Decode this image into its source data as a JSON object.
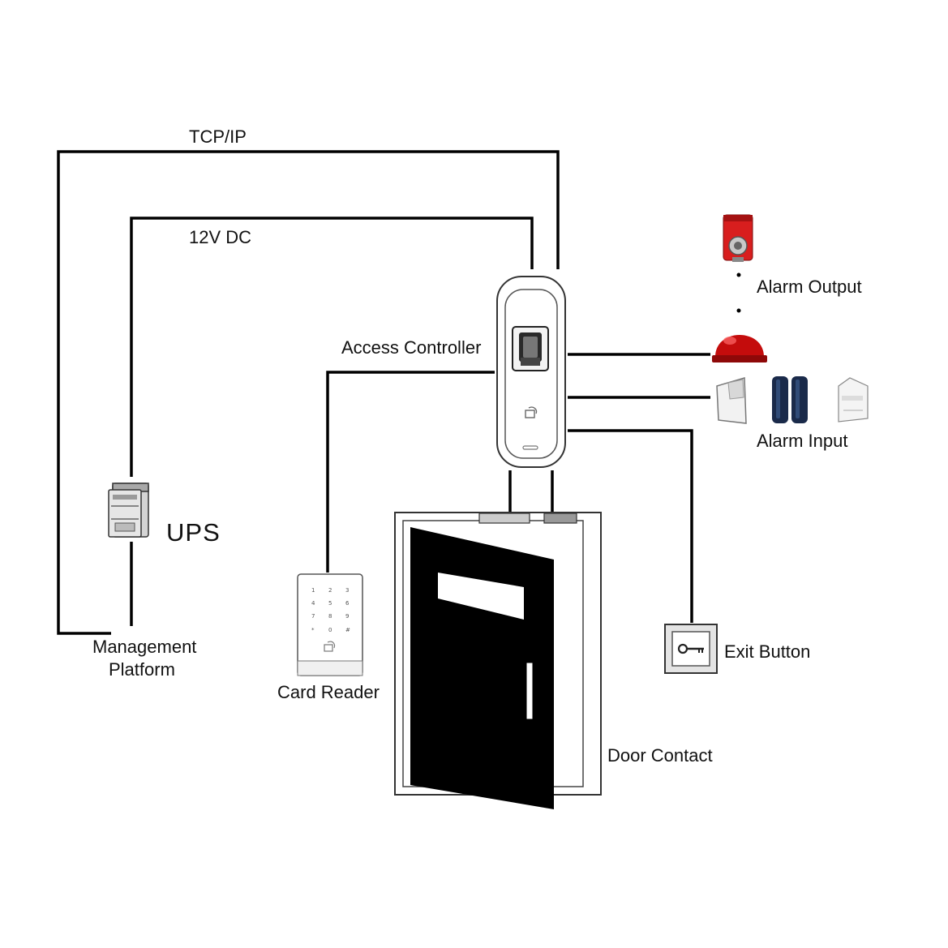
{
  "labels": {
    "tcp_ip": "TCP/IP",
    "dc_12v": "12V DC",
    "access_controller": "Access Controller",
    "alarm_output": "Alarm Output",
    "alarm_input": "Alarm Input",
    "ups": "UPS",
    "management_platform_line1": "Management",
    "management_platform_line2": "Platform",
    "card_reader": "Card Reader",
    "exit_button": "Exit Button",
    "door_contact": "Door Contact"
  },
  "keypad": {
    "keys": [
      "1",
      "2",
      "3",
      "4",
      "5",
      "6",
      "7",
      "8",
      "9",
      "*",
      "0",
      "#"
    ]
  },
  "colors": {
    "wire": "#000000",
    "door": "#000000",
    "siren_red": "#d81e1e",
    "beacon_red": "#c40c0c",
    "beam_detector": "#1a2a4a",
    "device_outline": "#333333"
  },
  "icons": {
    "access_controller": "fingerprint-terminal-icon",
    "ups": "ups-icon",
    "card_reader": "keypad-card-reader-icon",
    "door": "door-icon",
    "exit_button": "key-button-icon",
    "siren": "siren-icon",
    "beacon": "beacon-light-icon",
    "pir": "pir-detector-icon",
    "beam": "beam-detector-icon",
    "smoke": "smoke-detector-icon"
  }
}
